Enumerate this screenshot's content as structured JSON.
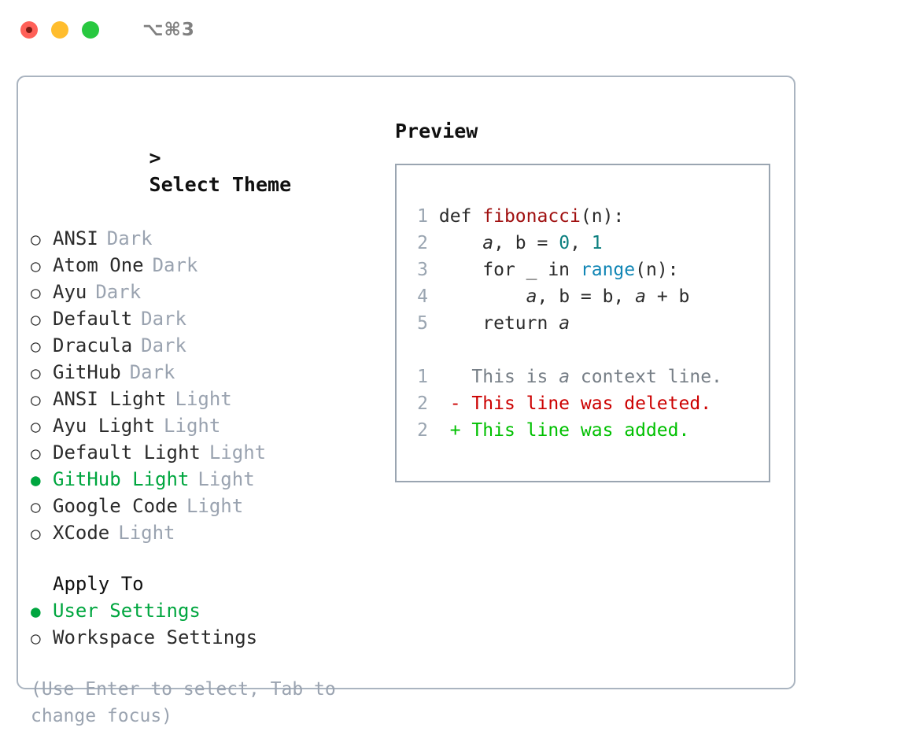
{
  "titlebar": {
    "shortcut": "⌥⌘3",
    "lights": [
      "close",
      "minimize",
      "maximize"
    ]
  },
  "theme_picker": {
    "header": "Select Theme",
    "caret": ">",
    "bullet_empty": "○",
    "bullet_filled": "●",
    "items": [
      {
        "name": "ANSI",
        "tag": "Dark",
        "selected": false
      },
      {
        "name": "Atom One",
        "tag": "Dark",
        "selected": false
      },
      {
        "name": "Ayu",
        "tag": "Dark",
        "selected": false
      },
      {
        "name": "Default",
        "tag": "Dark",
        "selected": false
      },
      {
        "name": "Dracula",
        "tag": "Dark",
        "selected": false
      },
      {
        "name": "GitHub",
        "tag": "Dark",
        "selected": false
      },
      {
        "name": "ANSI Light",
        "tag": "Light",
        "selected": false
      },
      {
        "name": "Ayu Light",
        "tag": "Light",
        "selected": false
      },
      {
        "name": "Default Light",
        "tag": "Light",
        "selected": false
      },
      {
        "name": "GitHub Light",
        "tag": "Light",
        "selected": true
      },
      {
        "name": "Google Code",
        "tag": "Light",
        "selected": false
      },
      {
        "name": "XCode",
        "tag": "Light",
        "selected": false
      }
    ]
  },
  "apply_to": {
    "title": "Apply To",
    "items": [
      {
        "name": "User Settings",
        "selected": true
      },
      {
        "name": "Workspace Settings",
        "selected": false
      }
    ]
  },
  "hint": "(Use Enter to select, Tab to change focus)",
  "preview": {
    "title": "Preview",
    "code_lines": [
      {
        "no": "1",
        "parts": [
          {
            "t": "def ",
            "c": "tok-def"
          },
          {
            "t": "fibonacci",
            "c": "tok-fn"
          },
          {
            "t": "(n):",
            "c": "code-body"
          }
        ]
      },
      {
        "no": "2",
        "parts": [
          {
            "t": "    ",
            "c": "code-body"
          },
          {
            "t": "a",
            "c": "tok-var"
          },
          {
            "t": ", b = ",
            "c": "code-body"
          },
          {
            "t": "0",
            "c": "tok-num"
          },
          {
            "t": ", ",
            "c": "code-body"
          },
          {
            "t": "1",
            "c": "tok-num"
          }
        ]
      },
      {
        "no": "3",
        "parts": [
          {
            "t": "    for _ in ",
            "c": "code-body"
          },
          {
            "t": "range",
            "c": "tok-call"
          },
          {
            "t": "(n):",
            "c": "code-body"
          }
        ]
      },
      {
        "no": "4",
        "parts": [
          {
            "t": "        ",
            "c": "code-body"
          },
          {
            "t": "a",
            "c": "tok-var"
          },
          {
            "t": ", b = b, ",
            "c": "code-body"
          },
          {
            "t": "a",
            "c": "tok-var"
          },
          {
            "t": " + b",
            "c": "code-body"
          }
        ]
      },
      {
        "no": "5",
        "parts": [
          {
            "t": "    return ",
            "c": "code-body"
          },
          {
            "t": "a",
            "c": "tok-var"
          }
        ]
      }
    ],
    "diff_lines": [
      {
        "no": "1",
        "marker": "  ",
        "text": "This is a context line.",
        "kind": "ctx"
      },
      {
        "no": "2",
        "marker": "- ",
        "text": "This line was deleted.",
        "kind": "del"
      },
      {
        "no": "2",
        "marker": "+ ",
        "text": "This line was added.",
        "kind": "add"
      }
    ]
  },
  "colors": {
    "accent_green": "#00a63f",
    "muted": "#9aa3b0",
    "diff_deleted": "#cc0000",
    "diff_added": "#00c000",
    "fn_name": "#a01010",
    "number": "#0b7f7f",
    "call": "#1186b5",
    "border": "#aab4c0"
  }
}
